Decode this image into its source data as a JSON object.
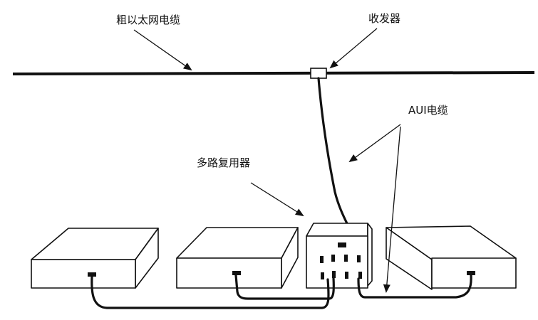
{
  "labels": {
    "thick_ethernet_cable": "粗以太网电缆",
    "transceiver": "收发器",
    "aui_cable": "AUI电缆",
    "multiplexer": "多路复用器"
  },
  "colors": {
    "ink": "#111111",
    "background": "#ffffff"
  }
}
